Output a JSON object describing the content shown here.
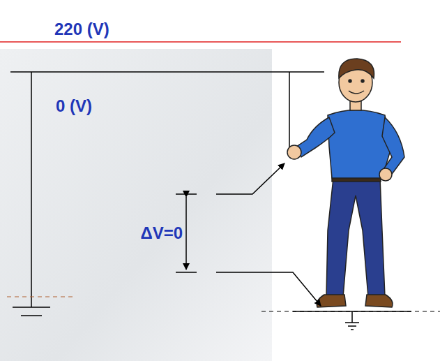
{
  "diagram": {
    "labels": [
      "220 (V)",
      "0 (V)",
      "ΔV=0"
    ]
  }
}
